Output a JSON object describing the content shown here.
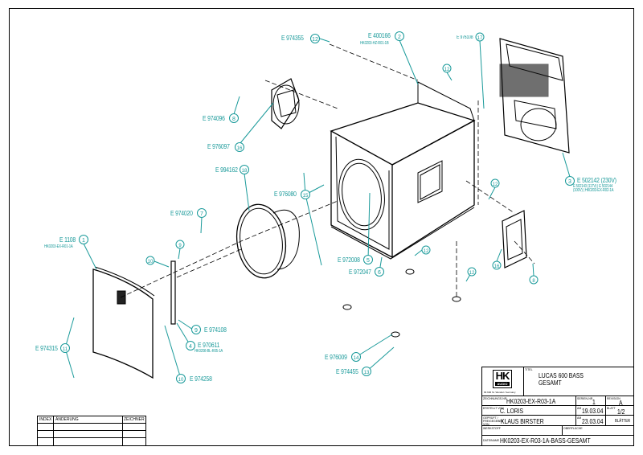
{
  "drawing": {
    "colors": {
      "callout": "#1a9a9a",
      "line": "#000000",
      "background": "#ffffff"
    },
    "callouts": [
      {
        "num": "12",
        "part": "E 974355",
        "sub": ""
      },
      {
        "num": "2",
        "part": "E 400166",
        "sub": "HK0203-HZ-R01-1B"
      },
      {
        "num": "17",
        "part": "E 976108",
        "sub": ""
      },
      {
        "num": "12",
        "part": "",
        "sub": ""
      },
      {
        "num": "8",
        "part": "E 974096",
        "sub": ""
      },
      {
        "num": "16",
        "part": "E 976097",
        "sub": ""
      },
      {
        "num": "3",
        "part": "E 502142 (230V)",
        "sub": "E 502143 (117V) | E 502144 (100V) | HK0203-EX-R02-1A"
      },
      {
        "num": "18",
        "part": "E 994162",
        "sub": ""
      },
      {
        "num": "15",
        "part": "E 976080",
        "sub": ""
      },
      {
        "num": "7",
        "part": "E 974020",
        "sub": ""
      },
      {
        "num": "12",
        "part": "",
        "sub": ""
      },
      {
        "num": "1",
        "part": "E 1108",
        "sub": "HK0203-EX-R01-1A"
      },
      {
        "num": "9",
        "part": "",
        "sub": ""
      },
      {
        "num": "10",
        "part": "",
        "sub": ""
      },
      {
        "num": "5",
        "part": "E 972008",
        "sub": ""
      },
      {
        "num": "6",
        "part": "E 972047",
        "sub": ""
      },
      {
        "num": "12",
        "part": "",
        "sub": ""
      },
      {
        "num": "16",
        "part": "",
        "sub": ""
      },
      {
        "num": "8",
        "part": "",
        "sub": ""
      },
      {
        "num": "12",
        "part": "",
        "sub": ""
      },
      {
        "num": "9",
        "part": "E 974108",
        "sub": ""
      },
      {
        "num": "4",
        "part": "E 970611",
        "sub": "HK0208-BL-R05-1A"
      },
      {
        "num": "10",
        "part": "E 974258",
        "sub": ""
      },
      {
        "num": "11",
        "part": "E 974315",
        "sub": ""
      },
      {
        "num": "14",
        "part": "E 976009",
        "sub": ""
      },
      {
        "num": "13",
        "part": "E 974455",
        "sub": ""
      }
    ]
  },
  "title_block": {
    "logo": {
      "letters": "HK",
      "sub": "AUDIO",
      "caption": "66 606 St. Wendel / Germany"
    },
    "title_label": "TITEL",
    "title": [
      "LUCAS 600 BASS",
      "GESAMT"
    ],
    "drawing_no_label": "ZEICHNUNGS-NR.",
    "drawing_no": "HK0203-EX-R03-1A",
    "series_label": "SERIEN-NR.",
    "series": "1",
    "revision_label": "REVISION",
    "revision": "A",
    "created_label": "ERSTELLT VON",
    "created_by": "C. LORIS",
    "created_date_label": "AM",
    "created_date": "19.03.04",
    "sheet_label": "BLATT",
    "sheet": "1/2",
    "checked_label": "GEPRÜFT / FREIGEGEBEN VON",
    "checked_by": "KLAUS BIRSTER",
    "checked_date_label": "AM",
    "checked_date": "23.03.04",
    "sheets_label": "BLÄTTER",
    "material_label": "WERKSTOFF",
    "surface_label": "OBERFLÄCHE",
    "filename_label": "DATEINAME",
    "filename": "HK0203-EX-R03-1A-BASS-GESAMT"
  },
  "revision_table": {
    "headers": [
      "INDEX",
      "ÄNDERUNG",
      "ZEICHNER"
    ],
    "rows": [
      [
        "",
        "",
        ""
      ],
      [
        "",
        "",
        ""
      ],
      [
        "",
        "",
        ""
      ]
    ]
  }
}
